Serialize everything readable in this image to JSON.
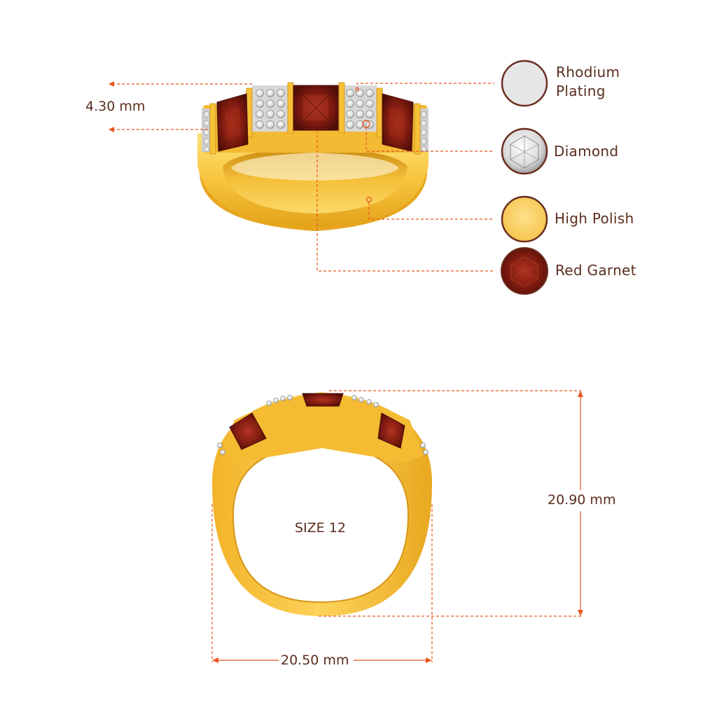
{
  "colors": {
    "accent": "#e8561e",
    "text": "#5a2e1f",
    "gold": "#f7c43c",
    "gold_dark": "#d99a12",
    "garnet": "#8a1d12",
    "rhodium": "#e6e6e6"
  },
  "top_view": {
    "height_label": "4.30 mm"
  },
  "legend": [
    {
      "swatch": "rhodium",
      "line1": "Rhodium",
      "line2": "Plating"
    },
    {
      "swatch": "diamond",
      "line1": "Diamond",
      "line2": ""
    },
    {
      "swatch": "high-polish",
      "line1": "High Polish",
      "line2": ""
    },
    {
      "swatch": "garnet",
      "line1": "Red Garnet",
      "line2": ""
    }
  ],
  "front_view": {
    "size_label": "SIZE 12",
    "height_label": "20.90 mm",
    "width_label": "20.50 mm"
  }
}
